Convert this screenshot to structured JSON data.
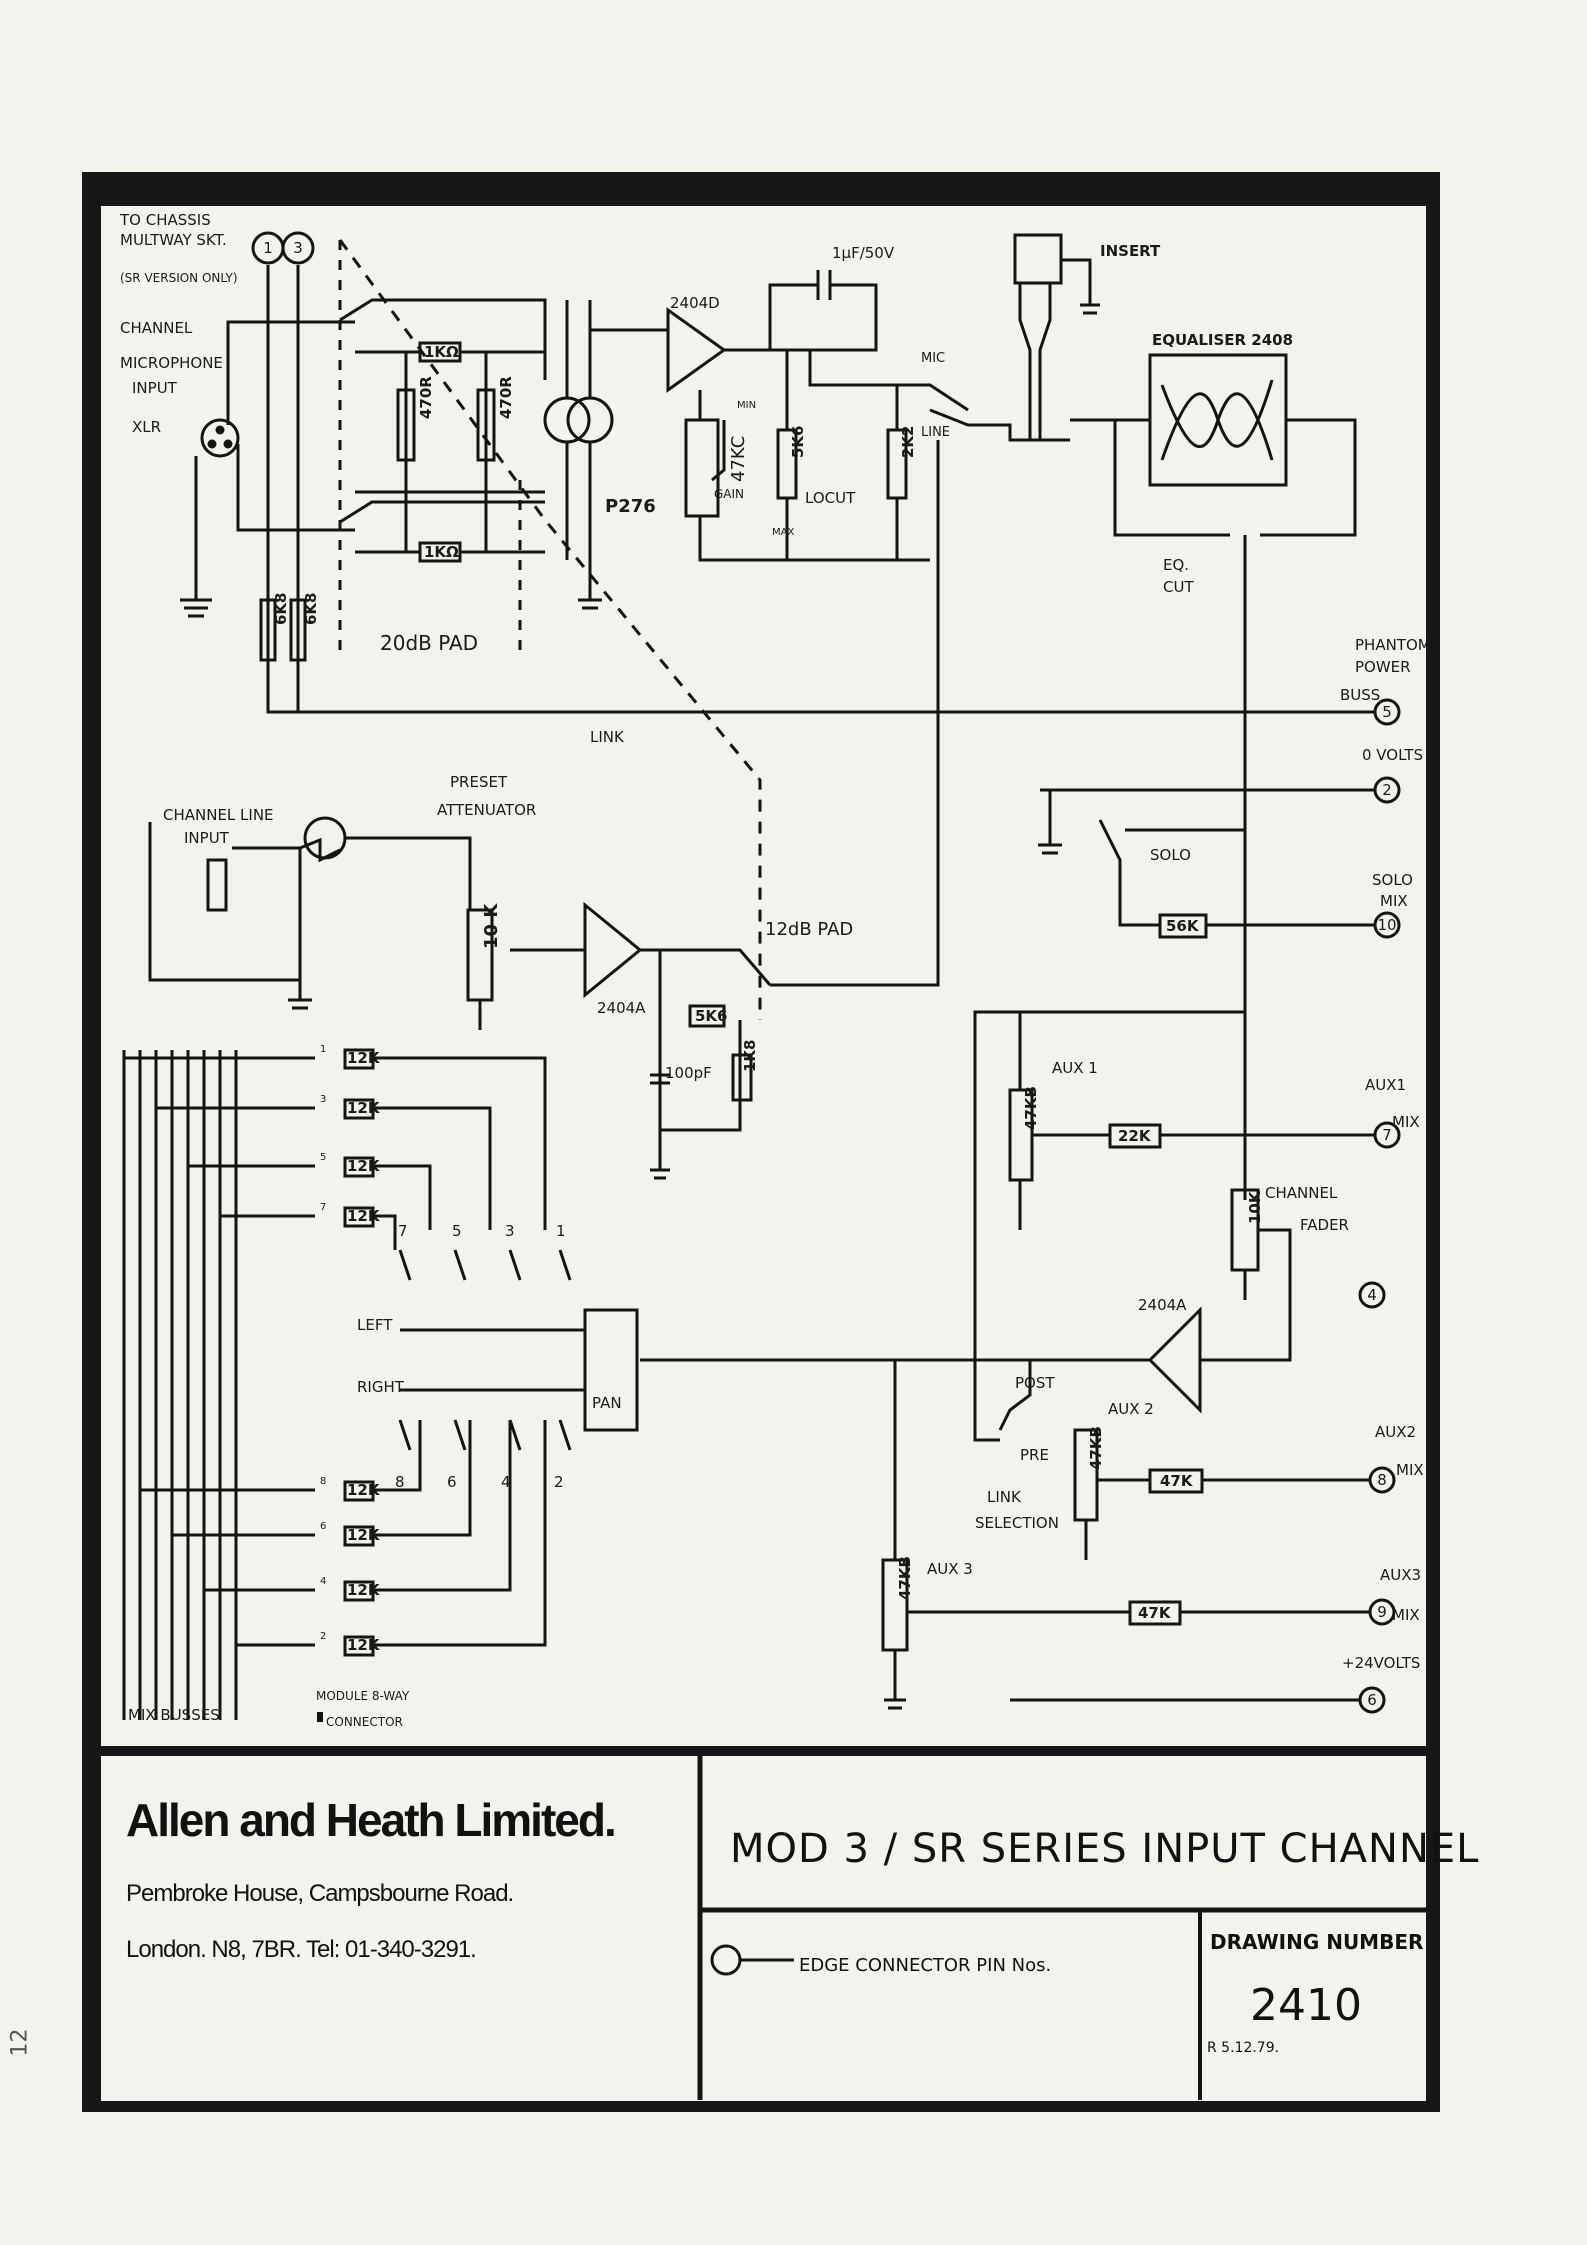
{
  "page_number": "12",
  "labels": {
    "chassis_note": [
      "TO CHASSIS",
      "MULTWAY SKT.",
      "(SR VERSION ONLY)"
    ],
    "mic_input": [
      "CHANNEL",
      "MICROPHONE",
      "INPUT",
      "XLR"
    ],
    "pad_20db": "20dB PAD",
    "transformer": "P276",
    "preamp": "2404D",
    "capacitor": "1µF/50V",
    "gain_pot": "47KC",
    "gain": "GAIN",
    "gain_min": "MIN",
    "gain_max": "MAX",
    "locut": "LOCUT",
    "mic": "MIC",
    "line": "LINE",
    "insert": "INSERT",
    "equaliser": "EQUALISER 2408",
    "eq_cut": [
      "EQ.",
      "CUT"
    ],
    "phantom": [
      "PHANTOM",
      "POWER",
      "BUSS"
    ],
    "zero_volts": "0 VOLTS",
    "link": "LINK",
    "solo": "SOLO",
    "solo_mix": [
      "SOLO",
      "MIX"
    ],
    "line_input": [
      "CHANNEL LINE",
      "INPUT"
    ],
    "preset": [
      "PRESET",
      "ATTENUATOR"
    ],
    "pad_12db": "12dB PAD",
    "line_amp": "2404A",
    "cap_100pf": "100pF",
    "aux1": "AUX 1",
    "aux1_mix": [
      "AUX1",
      "MIX"
    ],
    "aux2": "AUX 2",
    "aux2_mix": [
      "AUX2",
      "MIX"
    ],
    "aux3": "AUX 3",
    "aux3_mix": [
      "AUX3",
      "MIX"
    ],
    "plus24": "+24VOLTS",
    "channel_fader": [
      "CHANNEL",
      "FADER"
    ],
    "fader_amp": "2404A",
    "post": "POST",
    "pre": "PRE",
    "link_selection": [
      "LINK",
      "SELECTION"
    ],
    "pan": "PAN",
    "left": "LEFT",
    "right": "RIGHT",
    "mix_busses": "MIX BUSSES",
    "module_connector": [
      "MODULE 8-WAY",
      "CONNECTOR"
    ]
  },
  "resistors": {
    "r_1k0": "1KΩ",
    "r_470r": "470R",
    "r_6k8": "6K8",
    "r_5k6": "5K6",
    "r_2k2": "2K2",
    "r_10k": "10 K",
    "r_5k6b": "5K6",
    "r_1k8": "1K8",
    "r_56k": "56K",
    "r_22k": "22K",
    "r_47k": "47K",
    "r_47kb": "47KB",
    "r_10kf": "10K",
    "r_12k": "12K"
  },
  "pins": [
    "1",
    "3",
    "5",
    "2",
    "10",
    "7",
    "4",
    "8",
    "9",
    "6"
  ],
  "bus_numbers": [
    "1",
    "3",
    "5",
    "7",
    "8",
    "6",
    "4",
    "2"
  ],
  "switch_numbers_top": [
    "7",
    "5",
    "3",
    "1"
  ],
  "switch_numbers_bottom": [
    "8",
    "6",
    "4",
    "2"
  ],
  "title_block": {
    "company": "Allen and Heath Limited.",
    "address1": "Pembroke House, Campsbourne Road.",
    "address2": "London. N8, 7BR. Tel: 01-340-3291.",
    "title": "MOD 3 / SR SERIES  INPUT CHANNEL",
    "legend": "EDGE CONNECTOR PIN Nos.",
    "drawing_label": "DRAWING NUMBER",
    "drawing_number": "2410",
    "date": "R 5.12.79."
  }
}
